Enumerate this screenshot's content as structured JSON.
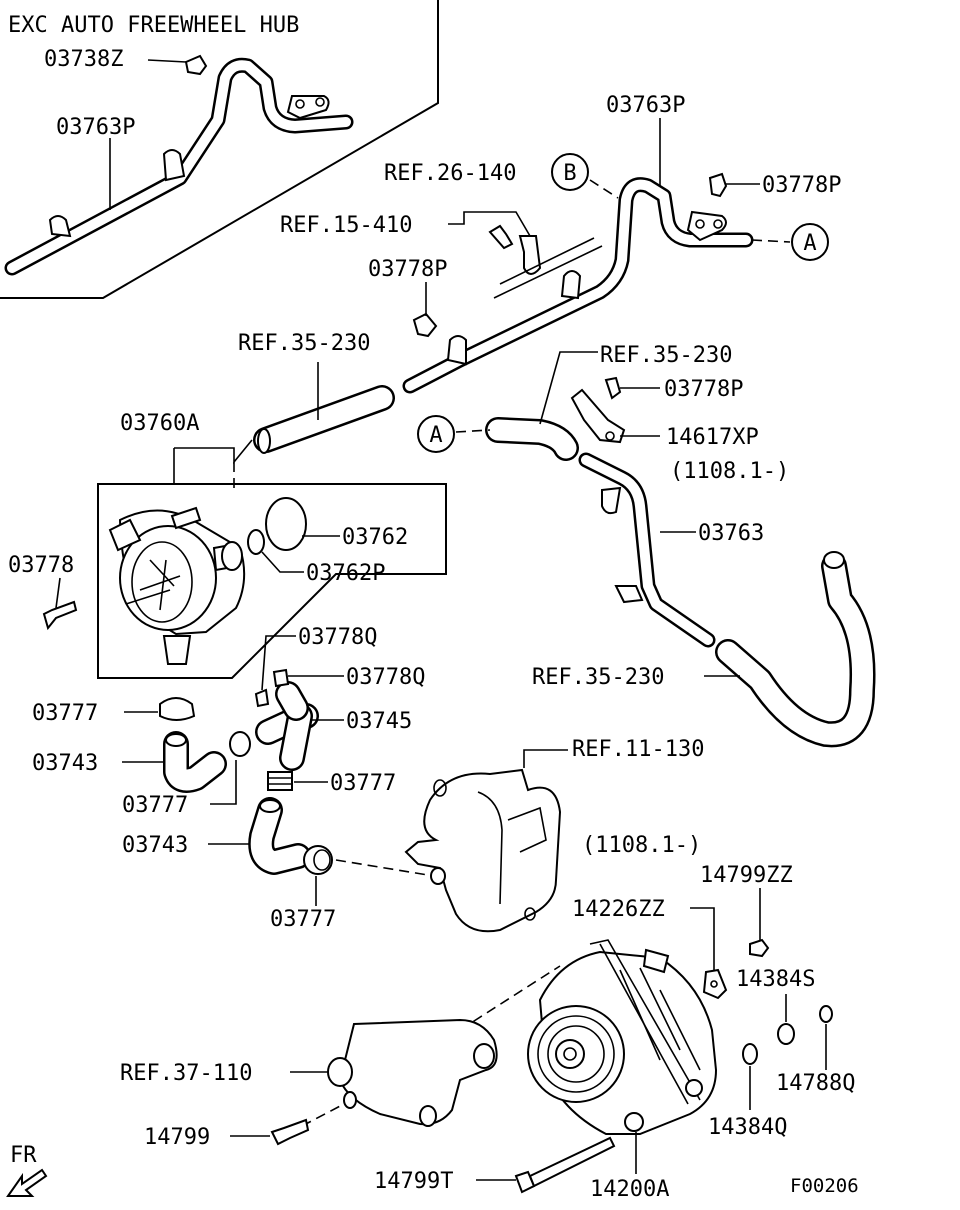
{
  "diagram": {
    "inset_title": "EXC AUTO FREEWHEEL HUB",
    "figure_code": "F00206",
    "front_label": "FR",
    "markers": {
      "A": "A",
      "B": "B"
    },
    "labels": {
      "p03738Z": "03738Z",
      "p03763P_inset": "03763P",
      "p03763P": "03763P",
      "p03778P_a": "03778P",
      "ref26_140": "REF.26-140",
      "ref15_410": "REF.15-410",
      "p03778P_b": "03778P",
      "ref35_230_a": "REF.35-230",
      "ref35_230_b": "REF.35-230",
      "p03778P_c": "03778P",
      "p14617XP": "14617XP",
      "date_a": "(1108.1-)",
      "p03760A": "03760A",
      "p03762": "03762",
      "p03762P": "03762P",
      "p03763": "03763",
      "p03778": "03778",
      "ref35_230_c": "REF.35-230",
      "p03778Q_a": "03778Q",
      "p03778Q_b": "03778Q",
      "p03777_a": "03777",
      "p03745": "03745",
      "p03743_a": "03743",
      "ref11_130": "REF.11-130",
      "p03777_b": "03777",
      "p03777_c": "03777",
      "p03743_b": "03743",
      "date_b": "(1108.1-)",
      "p03777_d": "03777",
      "p14799ZZ": "14799ZZ",
      "p14226ZZ": "14226ZZ",
      "p14384S": "14384S",
      "ref37_110": "REF.37-110",
      "p14788Q": "14788Q",
      "p14799": "14799",
      "p14384Q": "14384Q",
      "p14799T": "14799T",
      "p14200A": "14200A"
    }
  }
}
